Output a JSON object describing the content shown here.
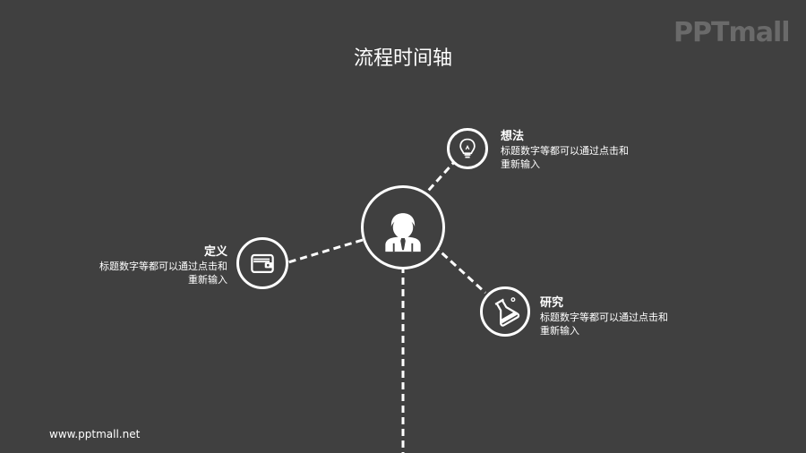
{
  "logo": {
    "text": "PPTmall"
  },
  "title": "流程时间轴",
  "footer": {
    "url": "www.pptmall.net"
  },
  "items": [
    {
      "head": "想法",
      "body1": "标题数字等都可以通过点击和",
      "body2": "重新输入",
      "icon": "lightbulb-icon"
    },
    {
      "head": "定义",
      "body1": "标题数字等都可以通过点击和",
      "body2": "重新输入",
      "icon": "wallet-icon"
    },
    {
      "head": "研究",
      "body1": "标题数字等都可以通过点击和",
      "body2": "重新输入",
      "icon": "flask-icon"
    }
  ],
  "center": {
    "icon": "businessman-icon"
  },
  "colors": {
    "background": "#404040",
    "foreground": "#ffffff",
    "logo": "#6a6a6a"
  }
}
